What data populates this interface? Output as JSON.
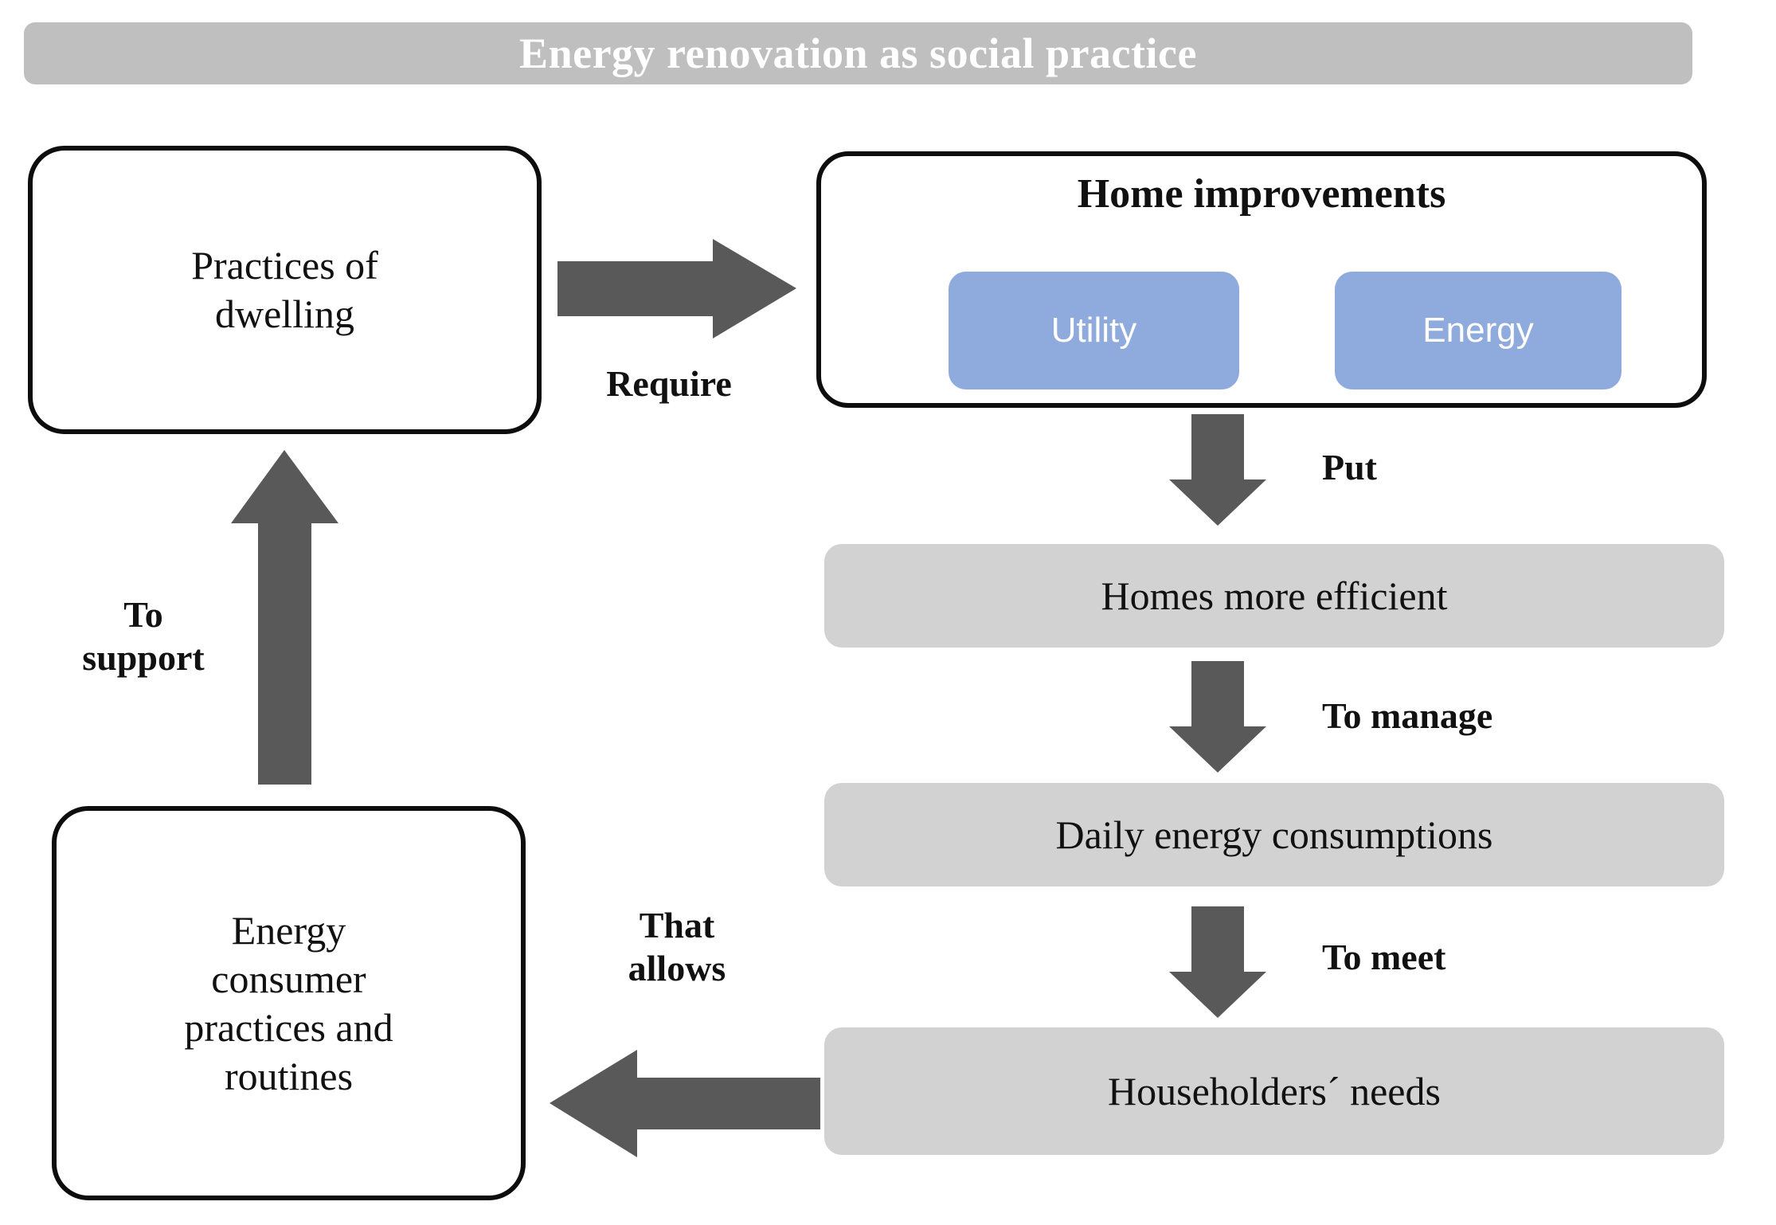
{
  "header": {
    "title": "Energy renovation as social practice",
    "background_color": "#bfbfbf",
    "text_color": "#ffffff"
  },
  "nodes": {
    "practices_of_dwelling": {
      "label": "Practices of dwelling",
      "line1": "Practices of",
      "line2": "dwelling",
      "style": "outlined-rounded"
    },
    "home_improvements": {
      "title": "Home improvements",
      "chips": [
        {
          "label": "Utility",
          "color": "#8faadc",
          "text_color": "#ffffff"
        },
        {
          "label": "Energy",
          "color": "#8faadc",
          "text_color": "#ffffff"
        }
      ],
      "style": "outlined-rounded"
    },
    "homes_more_efficient": {
      "label": "Homes more efficient",
      "style": "gray-filled",
      "color": "#d2d2d2"
    },
    "daily_energy_consumptions": {
      "label": "Daily energy consumptions",
      "style": "gray-filled",
      "color": "#d2d2d2"
    },
    "householders_needs": {
      "label": "Householders´ needs",
      "style": "gray-filled",
      "color": "#d2d2d2"
    },
    "energy_consumer_practices": {
      "label": "Energy consumer practices and routines",
      "line1": "Energy",
      "line2": "consumer",
      "line3": "practices and",
      "line4": "routines",
      "style": "outlined-rounded"
    }
  },
  "connectors": [
    {
      "id": "require",
      "label": "Require",
      "direction": "right",
      "from": "practices_of_dwelling",
      "to": "home_improvements",
      "color": "#595959"
    },
    {
      "id": "put",
      "label": "Put",
      "direction": "down",
      "from": "home_improvements",
      "to": "homes_more_efficient",
      "color": "#595959"
    },
    {
      "id": "to_manage",
      "label": "To manage",
      "direction": "down",
      "from": "homes_more_efficient",
      "to": "daily_energy_consumptions",
      "color": "#595959"
    },
    {
      "id": "to_meet",
      "label": "To meet",
      "direction": "down",
      "from": "daily_energy_consumptions",
      "to": "householders_needs",
      "color": "#595959"
    },
    {
      "id": "that_allows",
      "label_line1": "That",
      "label_line2": "allows",
      "label": "That allows",
      "direction": "left",
      "from": "householders_needs",
      "to": "energy_consumer_practices",
      "color": "#595959"
    },
    {
      "id": "to_support",
      "label_line1": "To",
      "label_line2": "support",
      "label": "To support",
      "direction": "up",
      "from": "energy_consumer_practices",
      "to": "practices_of_dwelling",
      "color": "#595959"
    }
  ],
  "colors": {
    "arrow_gray": "#595959",
    "banner_gray": "#bfbfbf",
    "node_gray": "#d2d2d2",
    "chip_blue": "#8faadc",
    "outline_black": "#0d0d0d"
  }
}
